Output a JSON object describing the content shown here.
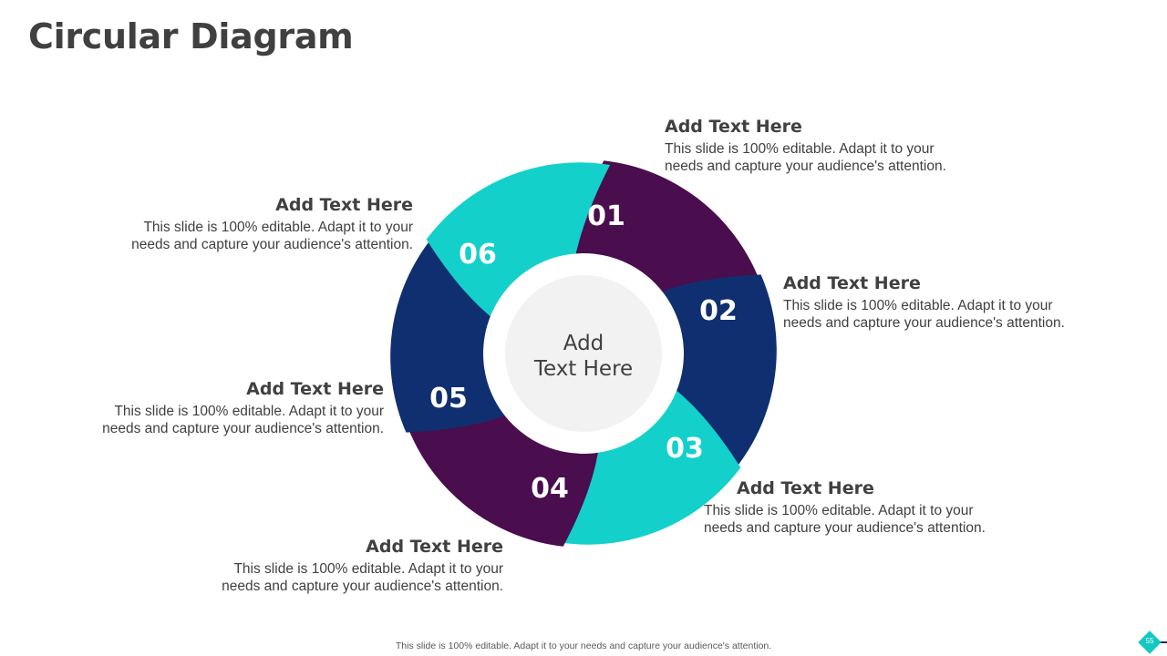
{
  "title": "Circular Diagram",
  "center": {
    "line1": "Add",
    "line2": "Text Here"
  },
  "colors": {
    "purple": "#4a0d4e",
    "navy": "#102f70",
    "teal": "#13d1ca",
    "ring": "#ffffff",
    "core": "#f2f2f2",
    "text": "#404040"
  },
  "segments": [
    {
      "number": "01",
      "color": "purple"
    },
    {
      "number": "02",
      "color": "navy"
    },
    {
      "number": "03",
      "color": "teal"
    },
    {
      "number": "04",
      "color": "purple"
    },
    {
      "number": "05",
      "color": "navy"
    },
    {
      "number": "06",
      "color": "teal"
    }
  ],
  "callouts": [
    {
      "heading": "Add Text Here",
      "line1": "This slide is 100% editable. Adapt it to your",
      "line2": "needs and capture your audience's attention."
    },
    {
      "heading": "Add Text Here",
      "line1": "This slide is 100% editable. Adapt it to your",
      "line2": "needs and capture your audience's attention."
    },
    {
      "heading": "Add Text Here",
      "line1": "This slide is 100% editable. Adapt it to your",
      "line2": "needs and capture your audience's attention."
    },
    {
      "heading": "Add Text Here",
      "line1": "This slide is 100% editable. Adapt it to your",
      "line2": "needs and capture your audience's attention."
    },
    {
      "heading": "Add Text Here",
      "line1": "This slide is 100% editable. Adapt it to your",
      "line2": "needs and capture your audience's attention."
    },
    {
      "heading": "Add Text Here",
      "line1": "This slide is 100% editable. Adapt it to your",
      "line2": "needs and capture your audience's attention."
    }
  ],
  "footer": "This slide is 100% editable.  Adapt it to your needs and capture your audience's attention.",
  "page_number": "55"
}
